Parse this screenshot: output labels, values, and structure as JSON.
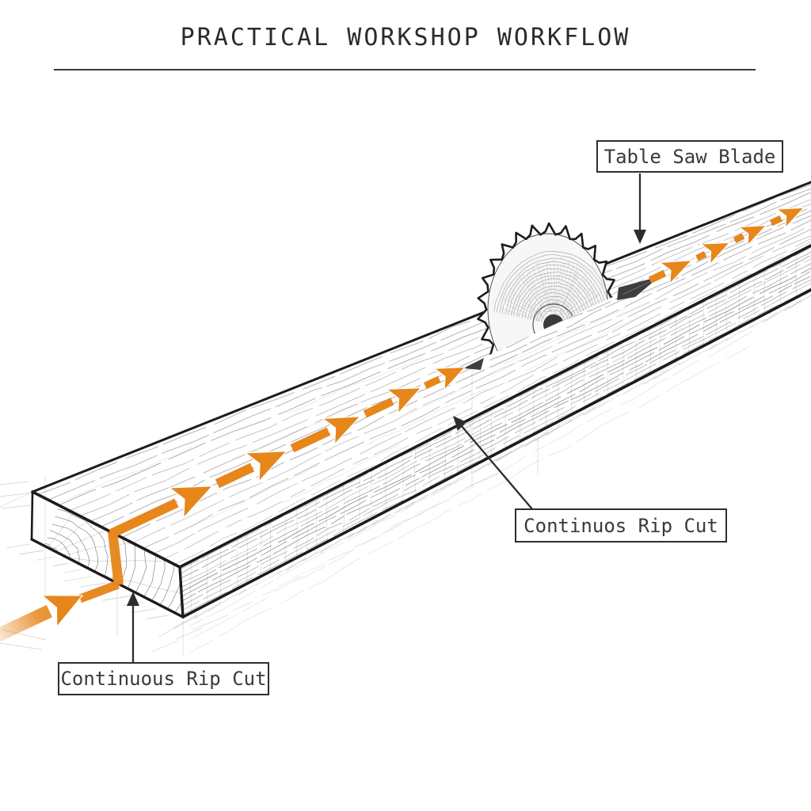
{
  "title": {
    "text": "PRACTICAL WORKSHOP WORKFLOW"
  },
  "labels": {
    "table_saw_blade": "Table Saw Blade",
    "rip_cut_mid": "Continuos Rip Cut",
    "rip_cut_left": "Continuous Rip Cut"
  },
  "illustration": {
    "subject": "table-saw rip cut on a long board, pen-and-ink sketch style",
    "arrow_direction": "lower-left to upper-right along the cut line",
    "arrows_before_blade": 5,
    "arrows_after_blade": 4,
    "entry_arrows": 1
  },
  "colors": {
    "arrow": "#E6861B",
    "kerf": "#3E3E3E",
    "ink": "#232323",
    "outline": "#1c1c1c",
    "grain_top": "#757575",
    "grain_front": "#5E5E5E",
    "grain_end": "#4A4A4A",
    "hatch": "#8F8F8F",
    "construction": "#ABABAB"
  }
}
